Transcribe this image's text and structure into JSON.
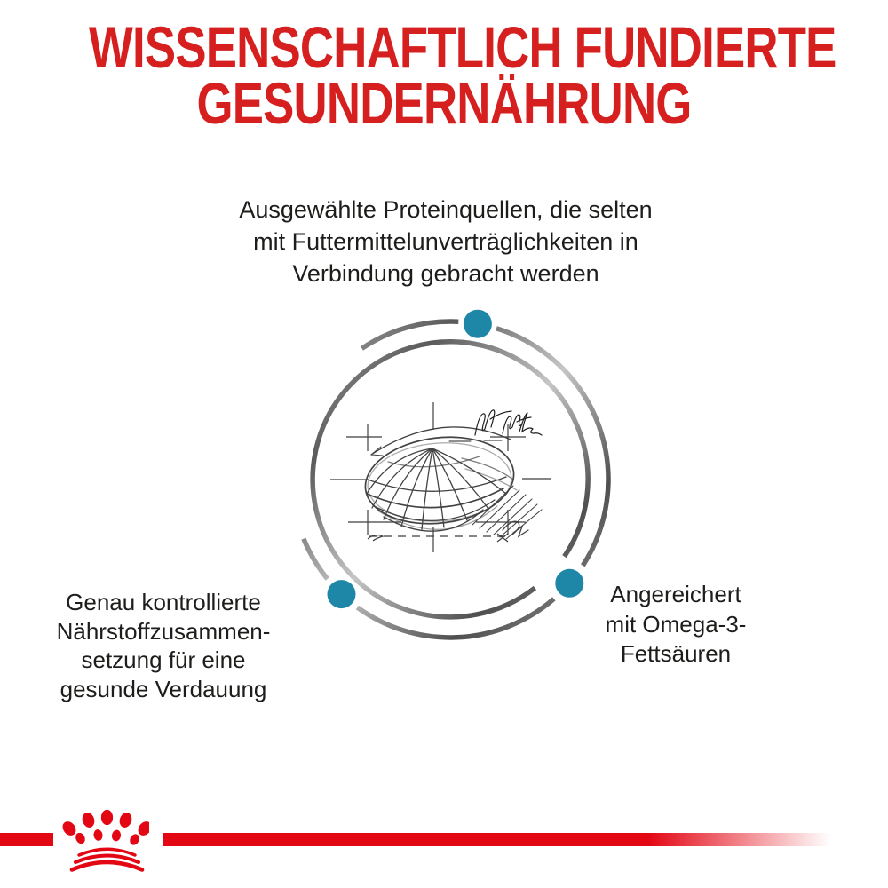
{
  "headline": {
    "line1": "WISSENSCHAFTLICH FUNDIERTE",
    "line2": "GESUNDERNÄHRUNG",
    "color": "#d6201f"
  },
  "callouts": {
    "protein": {
      "lines": [
        "Ausgewählte Proteinquellen, die selten",
        "mit Futtermittelunverträglichkeiten in",
        "Verbindung gebracht werden"
      ]
    },
    "digestion": {
      "lines": [
        "Genau kontrollierte",
        "Nährstoffzusammen-",
        "setzung für eine",
        "gesunde Verdauung"
      ]
    },
    "omega3": {
      "lines": [
        "Angereichert",
        "mit Omega-3-",
        "Fettsäuren"
      ]
    }
  },
  "diagram": {
    "center_illustration": "kibble-technical-sketch",
    "marker_color": "#1e87a8",
    "marker_count": 3,
    "ring_color_light": "#bcbcbc",
    "ring_color_dark": "#4f4f4f"
  },
  "footer": {
    "stripe_color": "#e30613",
    "logo": "royal-canin-crown"
  }
}
